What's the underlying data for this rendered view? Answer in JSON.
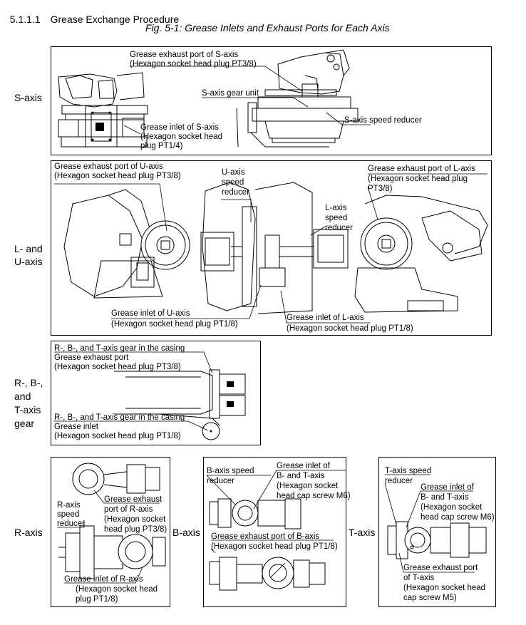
{
  "section": {
    "number": "5.1.1.1",
    "title": "Grease Exchange Procedure"
  },
  "figure": {
    "caption": "Fig. 5-1: Grease Inlets and Exhaust Ports for Each Axis"
  },
  "s_axis": {
    "label": "S-axis",
    "exhaust_title": "Grease exhaust port of S-axis",
    "exhaust_detail": "(Hexagon socket head plug PT3/8)",
    "gear_unit": "S-axis gear unit",
    "inlet_title": "Grease inlet of S-axis",
    "inlet_detail1": "(Hexagon socket head",
    "inlet_detail2": "plug PT1/4)",
    "speed_reducer": "S-axis speed reducer"
  },
  "lu_axis": {
    "label1": "L- and",
    "label2": "U-axis",
    "u_exhaust_title": "Grease exhaust port of U-axis",
    "u_exhaust_detail": "(Hexagon socket head plug PT3/8)",
    "u_reducer1": "U-axis",
    "u_reducer2": "speed",
    "u_reducer3": "reducer",
    "l_exhaust_title": "Grease exhaust port of L-axis",
    "l_exhaust_detail1": "(Hexagon socket head plug",
    "l_exhaust_detail2": "PT3/8)",
    "l_reducer1": "L-axis",
    "l_reducer2": "speed",
    "l_reducer3": "reducer",
    "u_inlet_title": "Grease inlet of U-axis",
    "u_inlet_detail": "(Hexagon socket head plug PT1/8)",
    "l_inlet_title": "Grease inlet of L-axis",
    "l_inlet_detail": "(Hexagon socket head plug PT1/8)"
  },
  "rbt_axis": {
    "label1": "R-, B-,",
    "label2": "and",
    "label3": "T-axis",
    "label4": "gear",
    "gear_top": "R-, B-, and T-axis gear in the casing",
    "exhaust_title": "Grease exhaust port",
    "exhaust_detail": "(Hexagon socket head plug PT3/8)",
    "gear_bottom": "R-, B-, and T-axis gear in the casing",
    "inlet_title": "Grease inlet",
    "inlet_detail": "(Hexagon socket head plug PT1/8)"
  },
  "r_axis": {
    "label": "R-axis",
    "reducer1": "R-axis",
    "reducer2": "speed",
    "reducer3": "reducer",
    "exhaust1": "Grease exhaust",
    "exhaust2": "port of R-axis",
    "exhaust3": "(Hexagon socket",
    "exhaust4": "head plug PT3/8)",
    "inlet1": "Grease inlet of R-axis",
    "inlet2": "(Hexagon socket head",
    "inlet3": "plug PT1/8)"
  },
  "b_axis": {
    "label": "B-axis",
    "reducer1": "B-axis speed",
    "reducer2": "reducer",
    "inlet1": "Grease inlet of",
    "inlet2": "B- and T-axis",
    "inlet3": "(Hexagon socket",
    "inlet4": "head cap screw M6)",
    "exhaust1": "Grease exhaust port of B-axis",
    "exhaust2": "(Hexagon socket head plug PT1/8)"
  },
  "t_axis": {
    "label": "T-axis",
    "reducer1": "T-axis speed",
    "reducer2": "reducer",
    "inlet1": "Grease inlet of",
    "inlet2": "B- and T-axis",
    "inlet3": "(Hexagon socket",
    "inlet4": "head cap screw M6)",
    "exhaust1": "Grease exhaust port",
    "exhaust2": "of T-axis",
    "exhaust3": "(Hexagon socket head",
    "exhaust4": "cap screw M5)"
  }
}
